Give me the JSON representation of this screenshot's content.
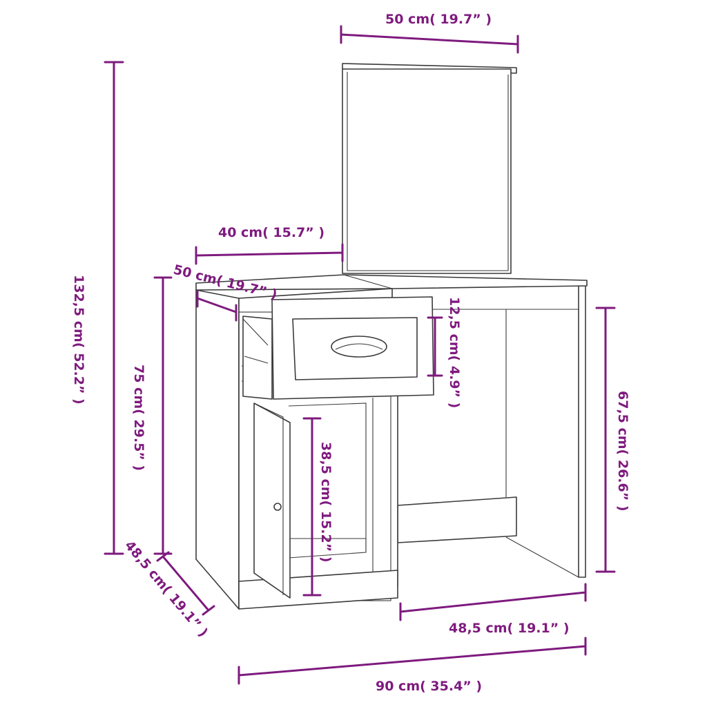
{
  "accent_color": "#7e1a7e",
  "dimensions": {
    "mirror_width": "50 cm( 19.7” )",
    "drawer_width": "40 cm( 15.7” )",
    "top_depth": "50 cm( 19.7” )",
    "drawer_height": "12,5 cm( 4.9” )",
    "total_height": "132,5 cm( 52.2” )",
    "table_height": "75 cm( 29.5” )",
    "knee_height": "67,5 cm( 26.6” )",
    "cabinet_height": "38,5 cm( 15.2” )",
    "side_depth": "48,5 cm( 19.1” )",
    "knee_width": "48,5 cm( 19.1” )",
    "total_width": "90 cm( 35.4” )"
  }
}
